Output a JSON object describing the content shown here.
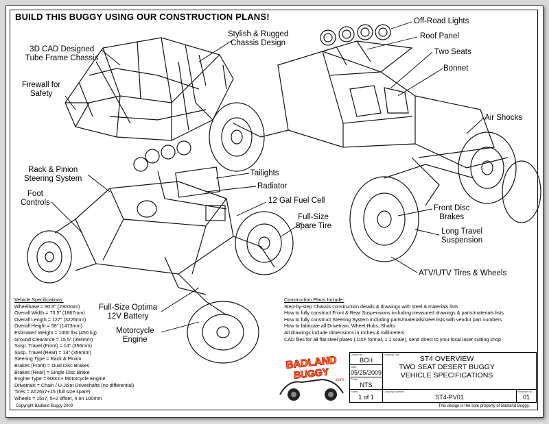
{
  "title": "BUILD THIS BUGGY USING OUR CONSTRUCTION PLANS!",
  "callouts": {
    "cad": "3D CAD Designed\nTube Frame Chassis",
    "stylish": "Stylish & Rugged\nChassis Design",
    "firewall": "Firewall for\nSafety",
    "offroad": "Off-Road Lights",
    "roof": "Roof Panel",
    "seats": "Two Seats",
    "bonnet": "Bonnet",
    "airshocks": "Air Shocks",
    "rack": "Rack & Pinion\nSteering System",
    "foot": "Foot\nControls",
    "tail": "Tailights",
    "radiator": "Radiator",
    "fuel": "12 Gal Fuel Cell",
    "spare": "Full-Size\nSpare Tire",
    "frontdisc": "Front Disc\nBrakes",
    "longtravel": "Long Travel\nSuspension",
    "atv": "ATV/UTV Tires & Wheels",
    "battery": "Full-Size Optima\n12V Battery",
    "engine": "Motorcycle\nEngine"
  },
  "specs": {
    "heading": "Vehicle Specifications:",
    "lines": [
      "Wheelbase = 90.5\" (2300mm)",
      "Overall Width = 73.5\" (1867mm)",
      "Overall Length = 127\" (3225mm)",
      "Overall Height = 58\" (1473mm)",
      "Estimated Weight = 1000 lbs (450 kg)",
      "Ground Clearance = 15.5\" (394mm)",
      "Susp. Travel (Front) = 14\" (356mm)",
      "Susp. Travel (Rear) = 14\" (356mm)",
      "Steering Type = Rack & Pinion",
      "Brakes (Front) = Dual Disc Brakes",
      "Brakes (Rear) = Single Disc Brake",
      "Engine Type = 600cc+ Motorcycle Engine",
      "Drivetrain = Chain / U-Joint Driveshafts (no differential)",
      "Tires = AT26x7+15 (full size spare)",
      "Wheels = 15x7, 5+2 offset, 4 on 100mm"
    ]
  },
  "plans": {
    "heading": "Construction Plans Include:",
    "lines": [
      "Step-by-step Chassis construction details & drawings with steel & materials lists",
      "How to fully construct Front & Rear Suspensions including measured drawings & parts/materials lists",
      "How to fully construct Steering System including parts/materials/steel lists with vendor part numbers",
      "How to fabricate all Drivetrain, Wheel Hubs, Shafts",
      "All drawings include dimensions in inches & millimeters",
      "CAD files for all flat steel plates (.DXF format, 1:1 scale), send direct to your local laser cutting shop"
    ]
  },
  "logo": {
    "line1": "BADLAND",
    "line2": "BUGGY",
    "sub": ".com"
  },
  "titleblock": {
    "drawn_by_label": "Drawn By",
    "drawn_by": "BCH",
    "date_label": "Date",
    "date": "05/25/2009",
    "scale_label": "Scale",
    "scale": "NTS",
    "sheet_label": "Sheet",
    "sheet": "1 of 1",
    "drawing_title_label": "Drawing Title",
    "drawing_title": "ST4 OVERVIEW\nTWO SEAT DESERT BUGGY\nVEHICLE SPECIFICATIONS",
    "drawing_number_label": "Drawing Number",
    "drawing_number": "ST4-PV01",
    "revision_label": "Revision No.",
    "revision": "01"
  },
  "footer": {
    "copyright": "Copyright Badland Buggy 2009",
    "property": "This design is the sole property of Badland Buggy."
  },
  "colors": {
    "logo_red": "#d22020",
    "logo_yellow": "#f2c200"
  }
}
